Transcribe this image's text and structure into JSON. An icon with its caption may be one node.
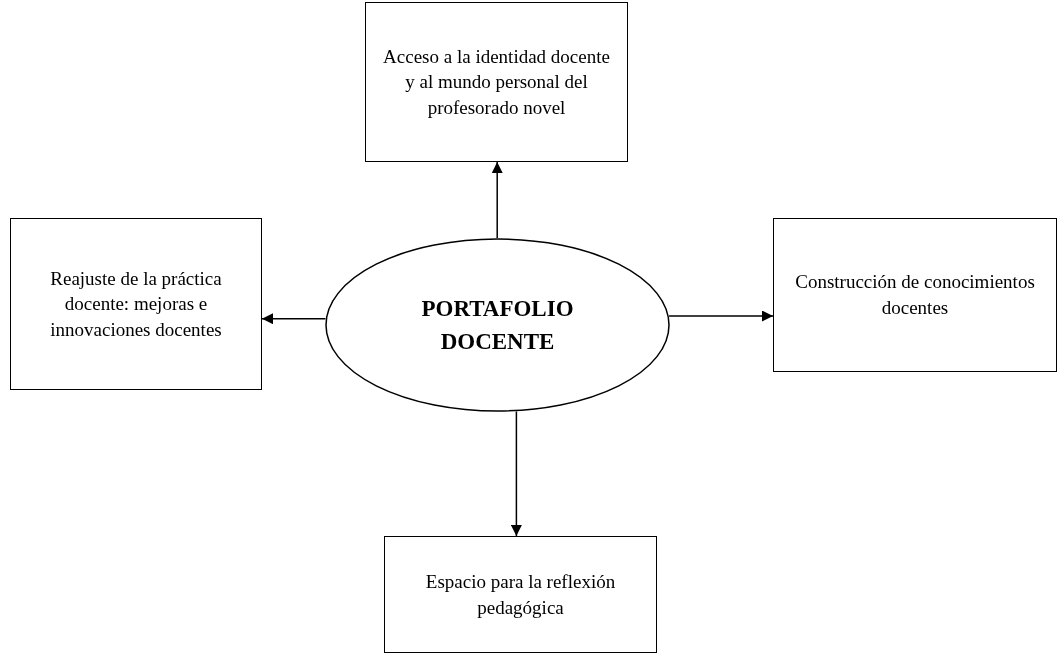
{
  "diagram": {
    "nodes": [
      {
        "text": [
          "PORTAFOLIO DOCENTE"
        ]
      },
      {
        "text": [
          "Acceso a la identidad docente y al mundo personal del profesorado novel"
        ]
      },
      {
        "text": [
          "Reajuste de la práctica docente: mejoras e innovaciones docentes"
        ]
      },
      {
        "text": [
          "Construcción de conocimientos docentes"
        ]
      },
      {
        "text": [
          "Espacio para la reflexión pedagógica"
        ]
      }
    ],
    "edges": [
      {
        "from": 0,
        "to": 1,
        "arrow": "to"
      },
      {
        "from": 0,
        "to": 2,
        "arrow": "to"
      },
      {
        "from": 0,
        "to": 3,
        "arrow": "to"
      },
      {
        "from": 0,
        "to": 4,
        "arrow": "to"
      }
    ]
  }
}
